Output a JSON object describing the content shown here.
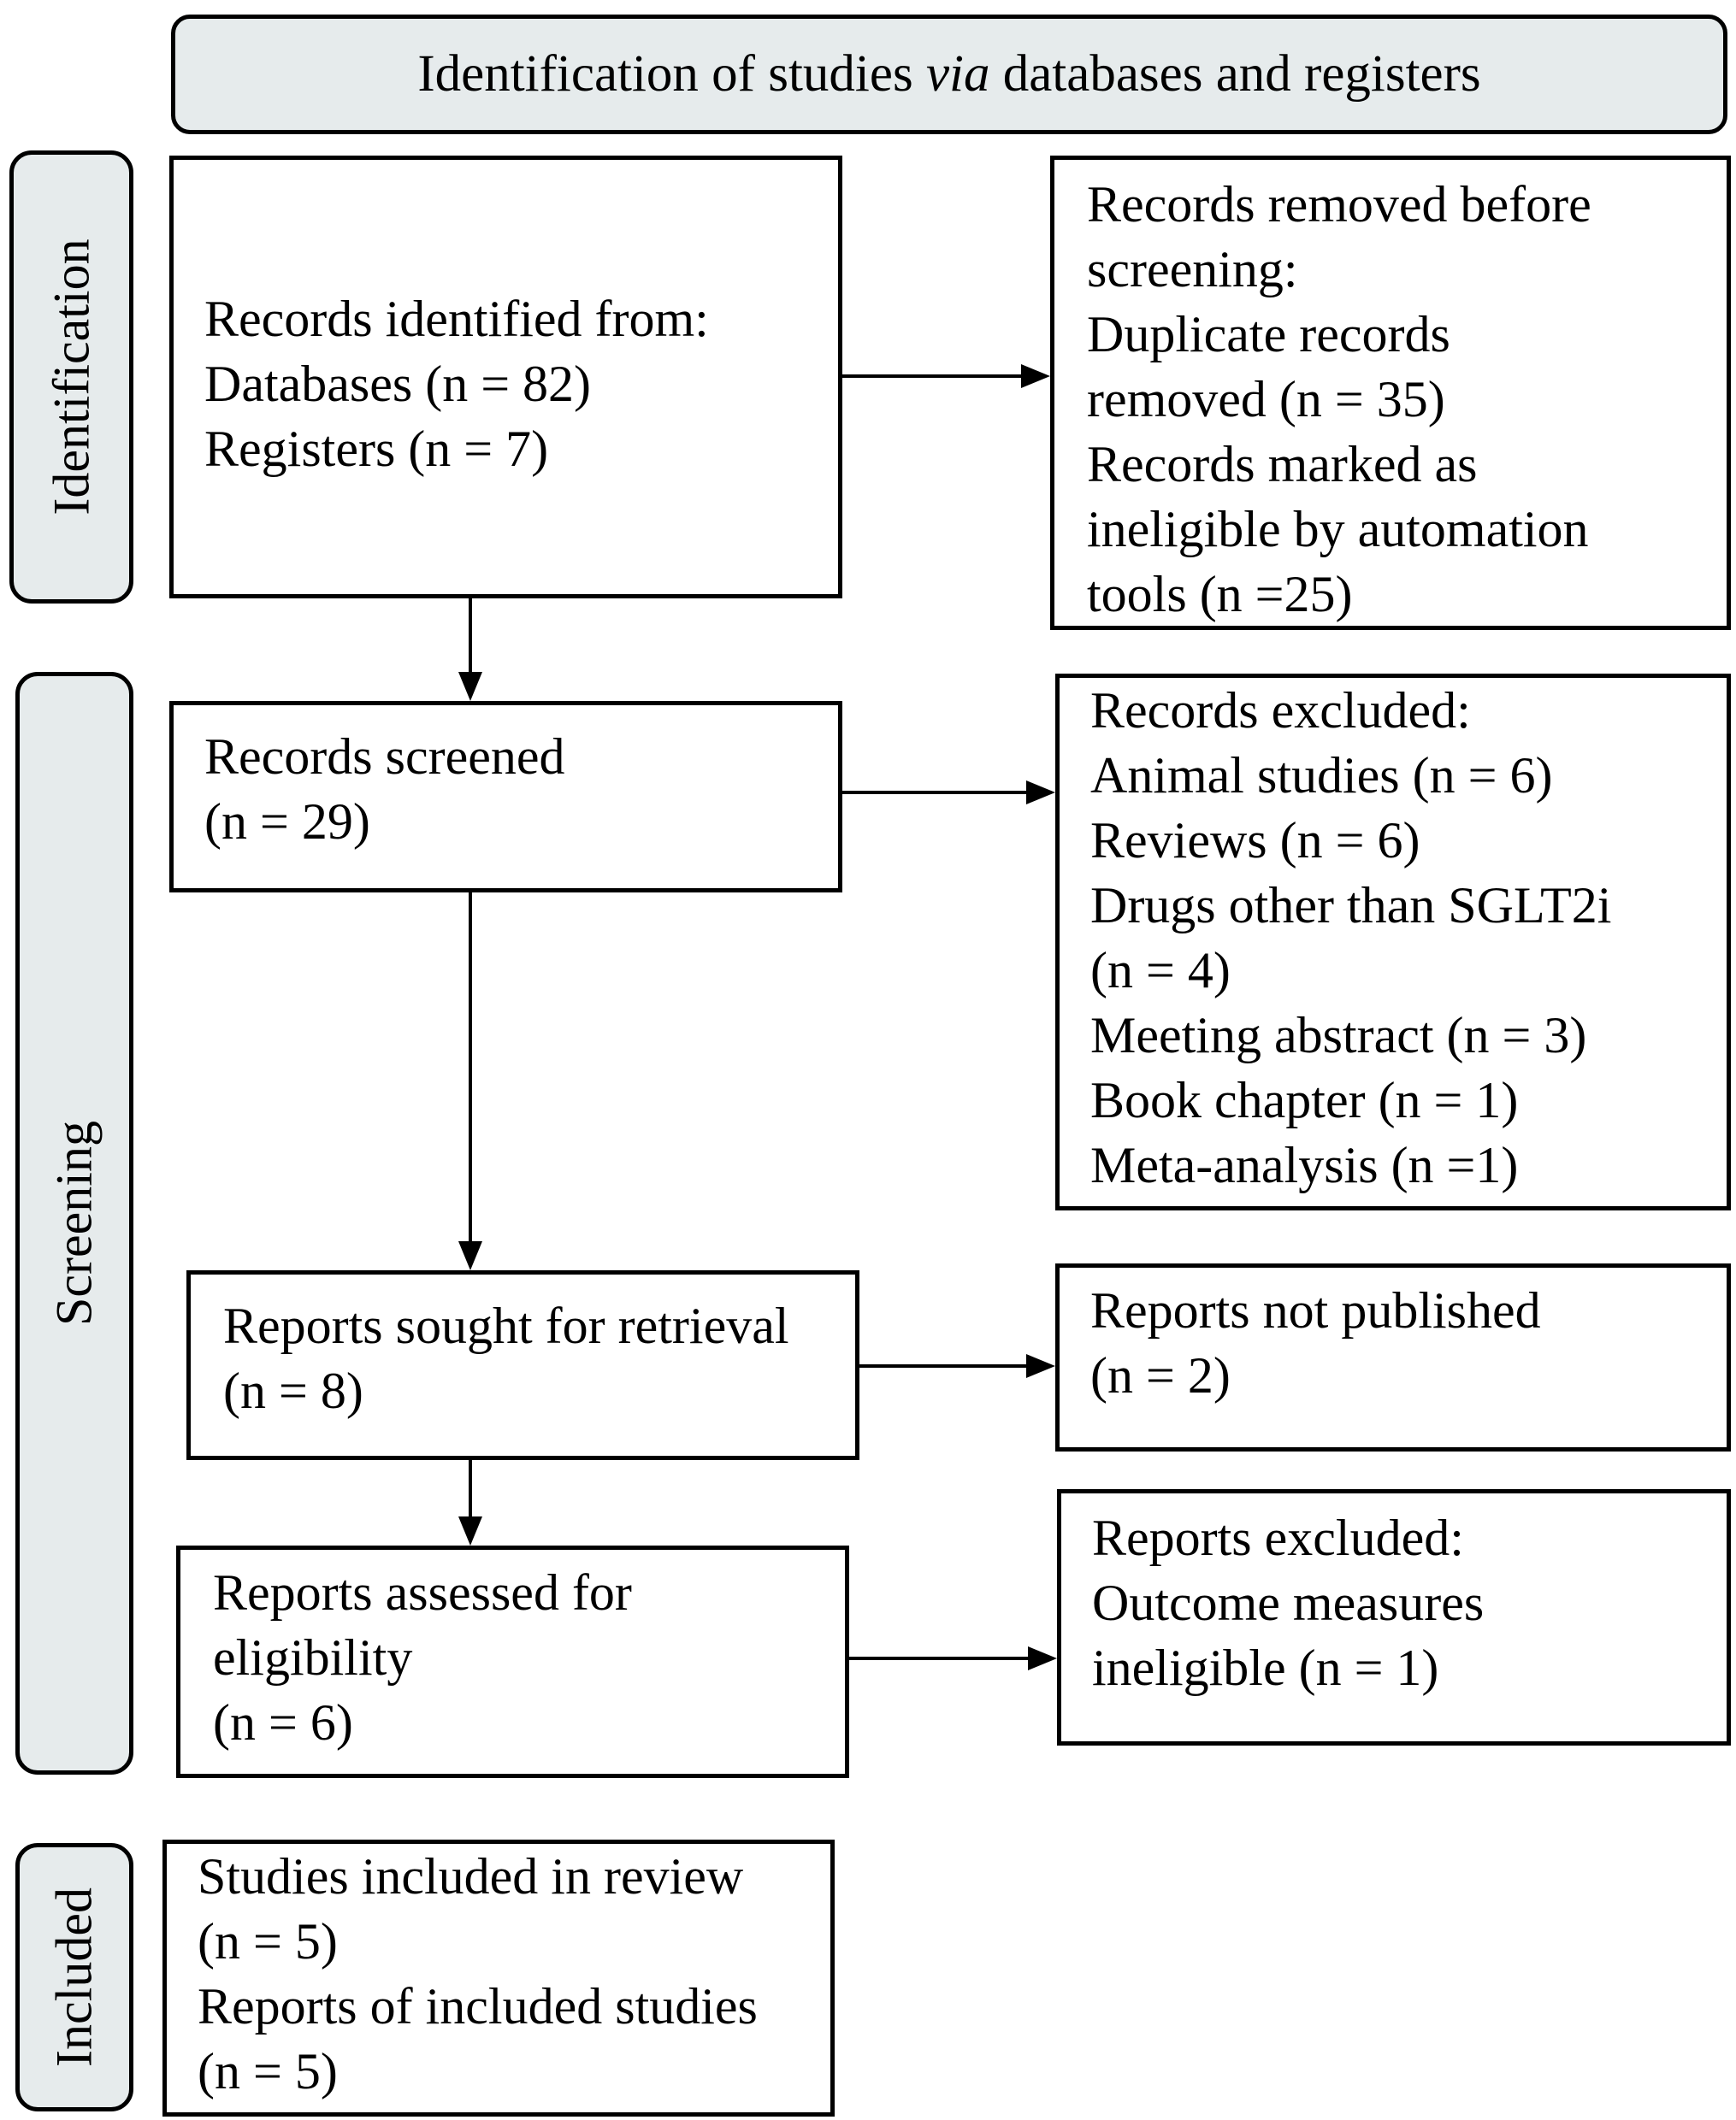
{
  "header": {
    "text_before": "Identification of studies ",
    "text_italic": "via",
    "text_after": " databases and registers"
  },
  "phases": {
    "identification": "Identification",
    "screening": "Screening",
    "included": "Included"
  },
  "boxes": {
    "records_identified": [
      "Records identified from:",
      "Databases (n = 82)",
      "Registers (n = 7)"
    ],
    "records_removed": [
      "Records removed before",
      "screening:",
      "Duplicate records",
      "removed (n = 35)",
      "Records marked as",
      "ineligible by automation",
      "tools (n =25)"
    ],
    "records_screened": [
      "Records screened",
      "(n = 29)"
    ],
    "records_excluded": [
      "Records excluded:",
      "Animal studies (n = 6)",
      "Reviews (n = 6)",
      "Drugs other than SGLT2i",
      "(n = 4)",
      "Meeting abstract (n = 3)",
      "Book chapter (n = 1)",
      "Meta-analysis (n =1)"
    ],
    "reports_sought": [
      "Reports sought for retrieval",
      "(n = 8)"
    ],
    "reports_not_published": [
      "Reports not published",
      "(n = 2)"
    ],
    "reports_assessed": [
      "Reports assessed for",
      "eligibility",
      "(n = 6)"
    ],
    "reports_excluded": [
      "Reports excluded:",
      "Outcome measures",
      "ineligible (n = 1)"
    ],
    "studies_included": [
      "Studies included in review",
      "(n = 5)",
      "Reports of included studies",
      "(n = 5)"
    ]
  }
}
